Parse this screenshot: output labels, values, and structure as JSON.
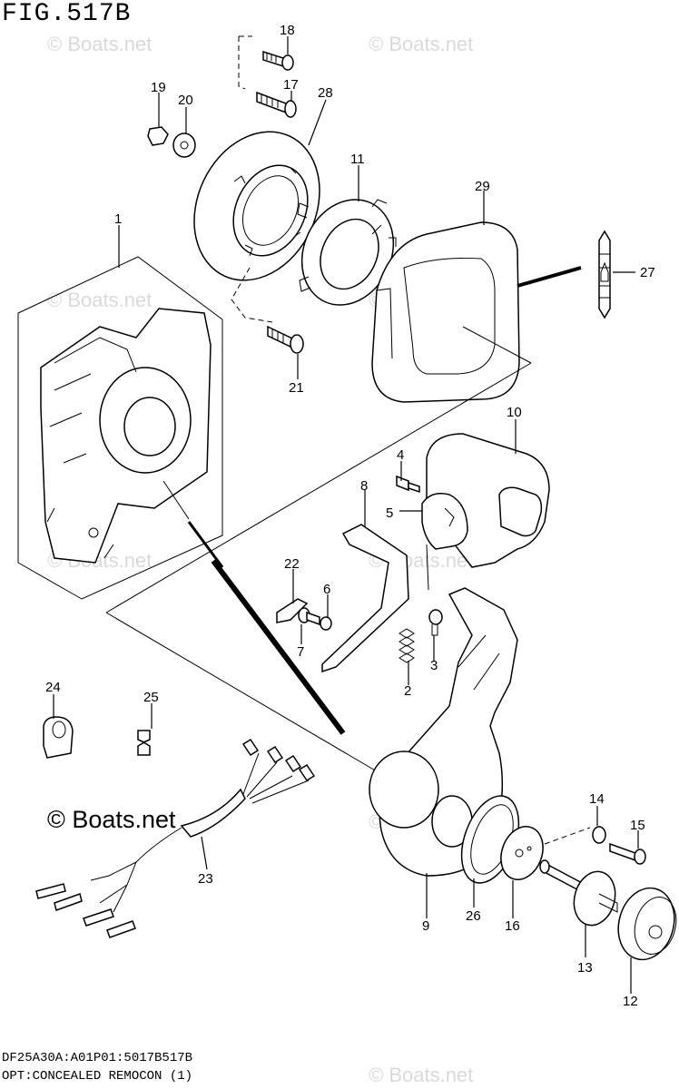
{
  "figure": {
    "title": "FIG.517B",
    "caption_model": "DF25A30A:A01P01:5017B517B",
    "caption_desc": "OPT:CONCEALED REMOCON (1)"
  },
  "watermark": {
    "text": "© Boats.net",
    "strong_text": "© Boats.net"
  },
  "callouts": [
    "1",
    "2",
    "3",
    "4",
    "5",
    "6",
    "7",
    "8",
    "9",
    "10",
    "11",
    "12",
    "13",
    "14",
    "15",
    "16",
    "17",
    "18",
    "19",
    "20",
    "21",
    "22",
    "23",
    "24",
    "25",
    "26",
    "27",
    "28",
    "29"
  ]
}
